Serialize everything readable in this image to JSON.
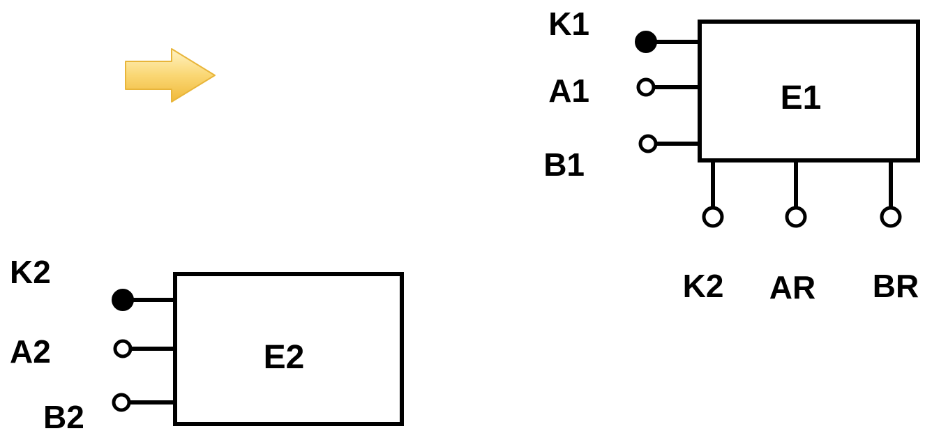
{
  "colors": {
    "arrow_fill_light": "#FDE9A6",
    "arrow_fill_dark": "#F4C44E",
    "arrow_stroke": "#E8B53A",
    "line": "#000000",
    "background": "#FFFFFF"
  },
  "arrow": {
    "icon": "right-arrow-icon"
  },
  "block_e1": {
    "label": "E1",
    "left_pins": {
      "k": "K1",
      "a": "A1",
      "b": "B1"
    },
    "bottom_pins": {
      "k": "K2",
      "a": "AR",
      "b": "BR"
    }
  },
  "block_e2": {
    "label": "E2",
    "left_pins": {
      "k": "K2",
      "a": "A2",
      "b": "B2"
    }
  }
}
